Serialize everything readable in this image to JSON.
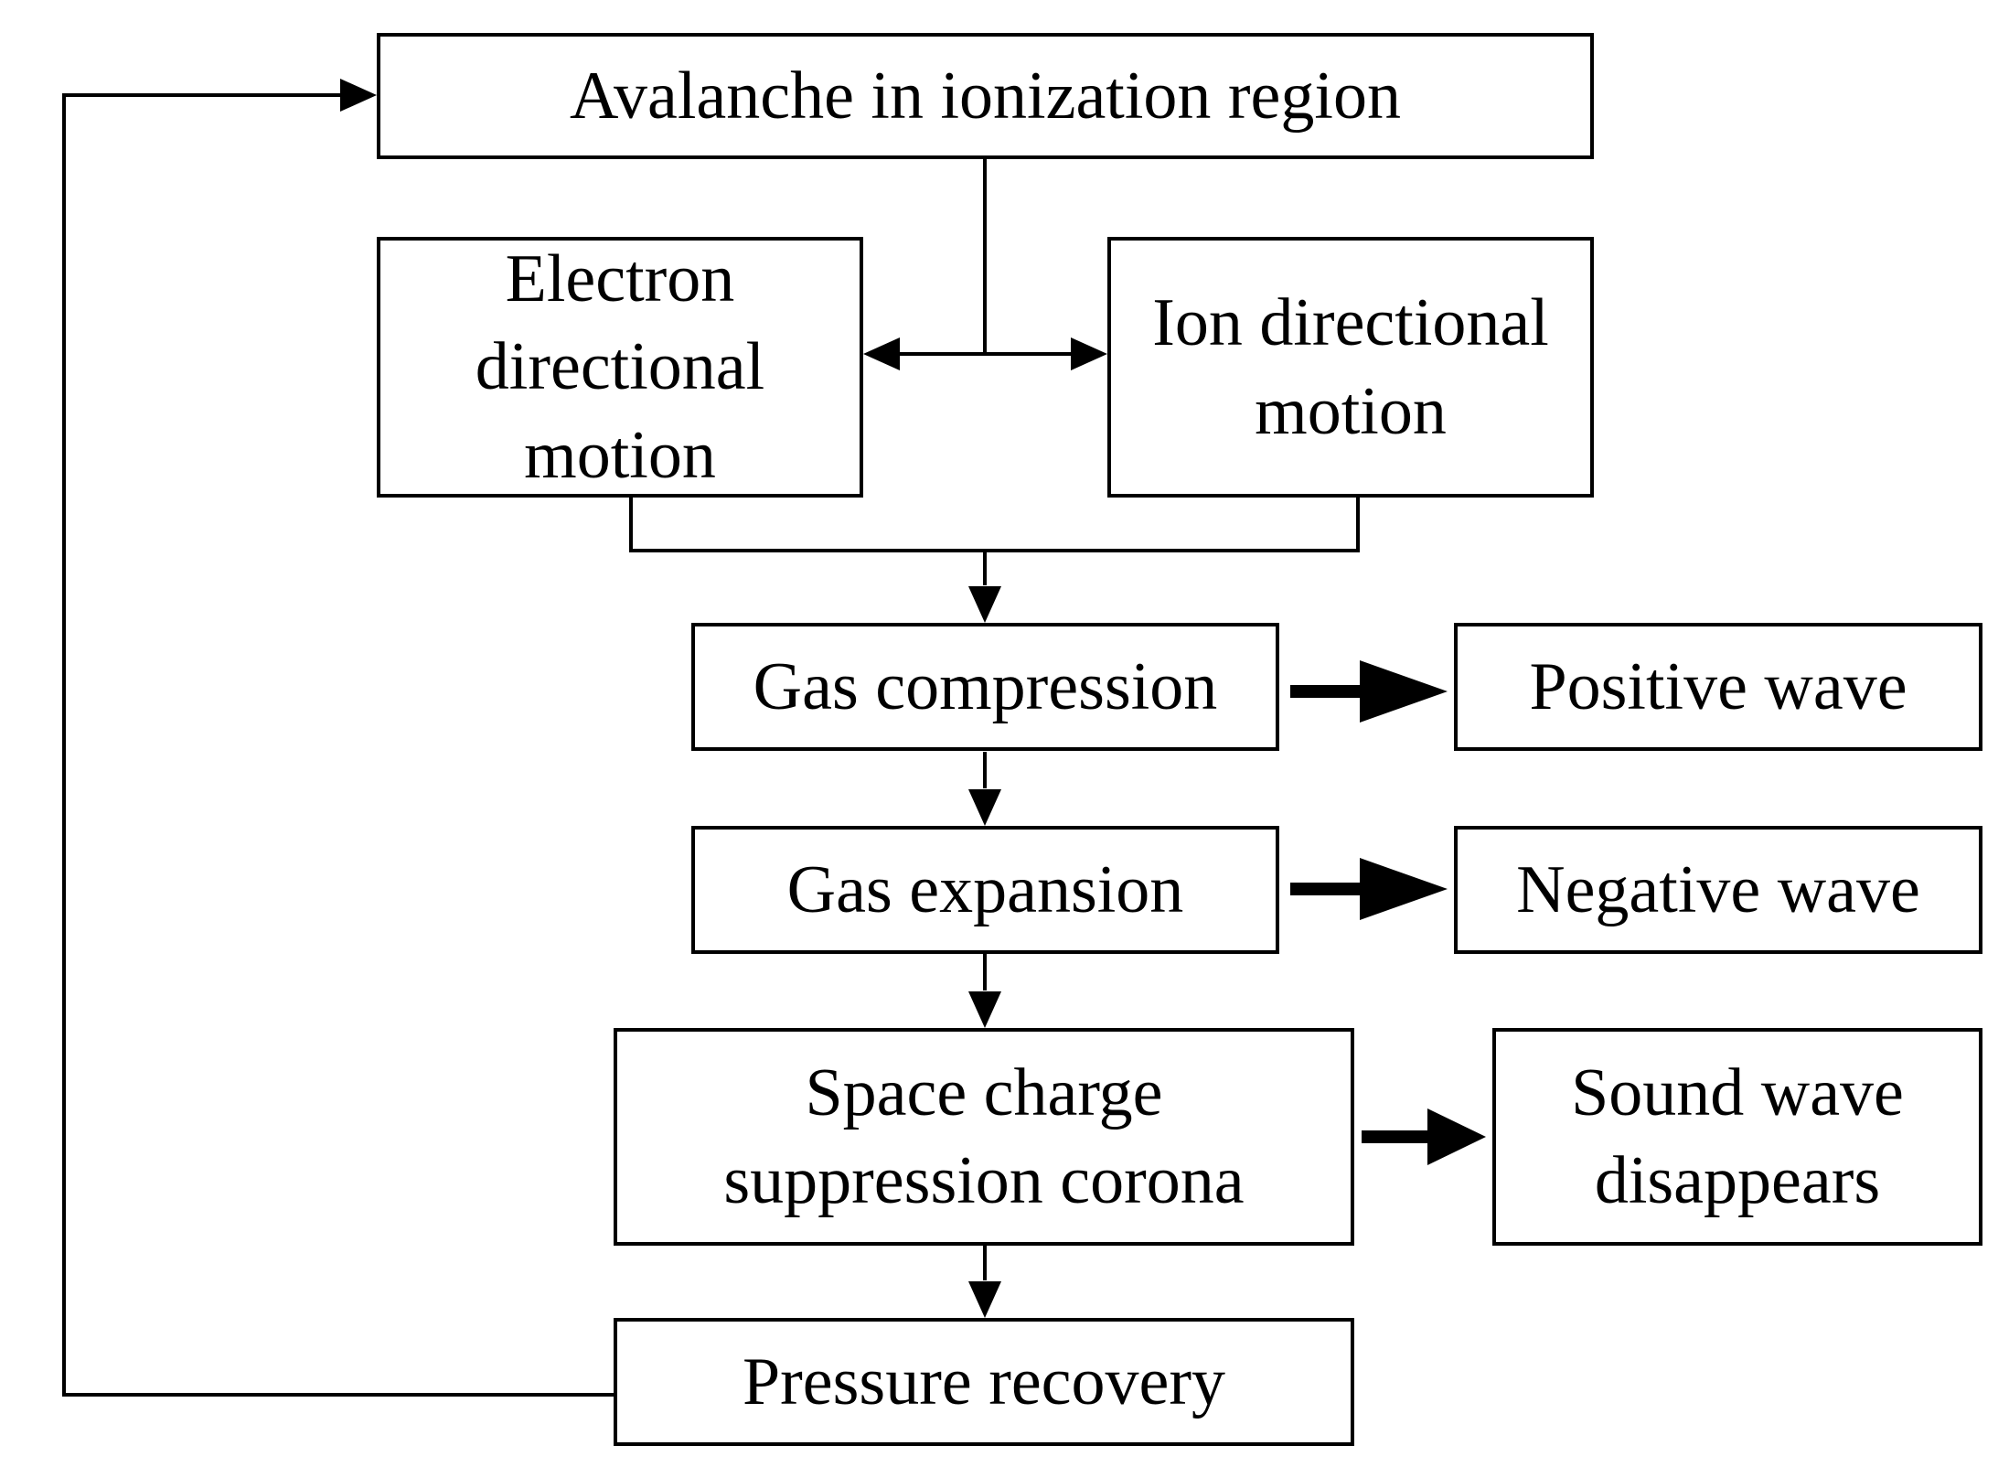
{
  "nodes": {
    "avalanche": "Avalanche in ionization region",
    "electron": [
      "Electron",
      "directional",
      "motion"
    ],
    "ion": [
      "Ion directional",
      "motion"
    ],
    "compression": "Gas compression",
    "positive_wave": "Positive wave",
    "expansion": "Gas expansion",
    "negative_wave": "Negative wave",
    "space_charge": [
      "Space charge",
      "suppression corona"
    ],
    "sound_wave": [
      "Sound wave",
      "disappears"
    ],
    "pressure": "Pressure recovery"
  },
  "colors": {
    "line": "#000000",
    "box_fill": "#ffffff",
    "text": "#000000"
  }
}
